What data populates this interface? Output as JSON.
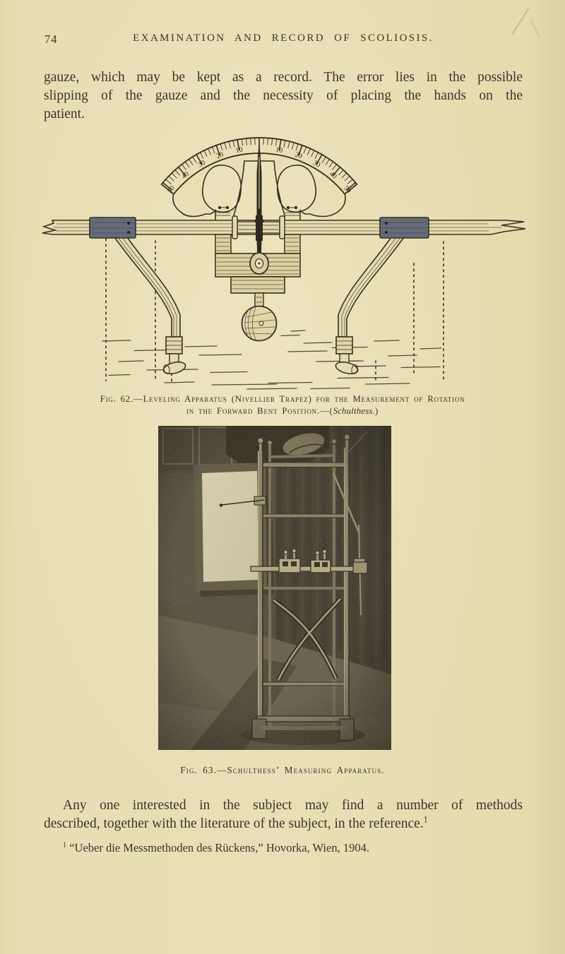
{
  "page": {
    "number": "74",
    "running_head": "EXAMINATION AND RECORD OF SCOLIOSIS."
  },
  "paragraphs": {
    "p1_lines": [
      "gauze, which may be kept as a record.  The error lies in the possible",
      "slipping of the gauze and the necessity of placing the hands on the",
      "patient."
    ],
    "p2_lines": [
      "Any one interested in the subject may find a number of methods",
      "described, together with the literature of the subject, in the reference."
    ],
    "p2_footnote_ref": "1"
  },
  "figure62": {
    "caption_line1": "Fig. 62.—Leveling Apparatus (Nivellier Trapez) for the Measurement of Rotation",
    "caption_line2_prefix": "in the Forward Bent Position.—(",
    "caption_line2_italic": "Schulthess.",
    "caption_line2_suffix": ")",
    "scale_labels": [
      "50",
      "40",
      "30",
      "20",
      "10",
      "10",
      "20",
      "30",
      "40",
      "50"
    ]
  },
  "figure63": {
    "caption": "Fig. 63.—Schulthess’ Measuring Apparatus."
  },
  "footnote": {
    "marker": "1",
    "text": "“Ueber die Messmethoden des Rückens,” Hovorka, Wien, 1904."
  },
  "colors": {
    "paper": "#e8ddb2",
    "ink": "#35311f",
    "photo_background": "#4b4536",
    "photo_board": "#d8cfad"
  }
}
